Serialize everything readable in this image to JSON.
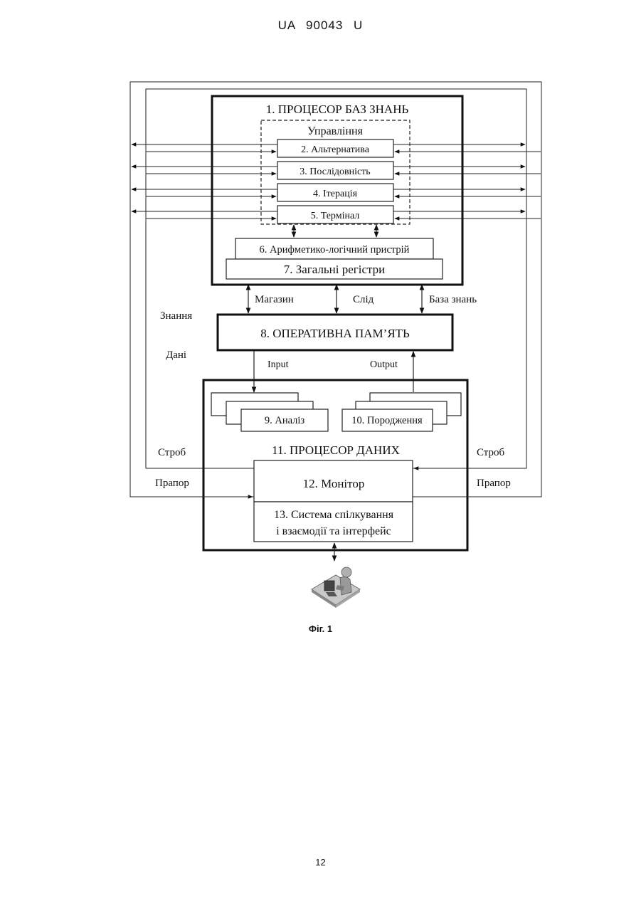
{
  "header": {
    "patent_number": "UA 90043 U"
  },
  "diagram": {
    "knowledge_processor": "1. ПРОЦЕСОР БАЗ ЗНАНЬ",
    "control_group": "Управління",
    "alternative": "2. Альтернатива",
    "sequence": "3. Послідовність",
    "iteration": "4. Ітерація",
    "terminal": "5. Термінал",
    "alu": "6. Арифметико-логічний пристрій",
    "registers": "7. Загальні регістри",
    "stack": "Магазин",
    "trace": "Слід",
    "knowledge_base": "База знань",
    "knowledge": "Знання",
    "data": "Дані",
    "ram": "8. ОПЕРАТИВНА ПАМ’ЯТЬ",
    "input": "Input",
    "output": "Output",
    "analysis": "9. Аналіз",
    "generation": "10. Породження",
    "data_processor": "11. ПРОЦЕСОР ДАНИХ",
    "strobe_left": "Строб",
    "strobe_right": "Строб",
    "flag_left": "Прапор",
    "flag_right": "Прапор",
    "monitor": "12. Монітор",
    "interface_line1": "13. Система спілкування",
    "interface_line2": "і взаємодії та інтерфейс"
  },
  "caption": "Фіг. 1",
  "page_number": "12"
}
